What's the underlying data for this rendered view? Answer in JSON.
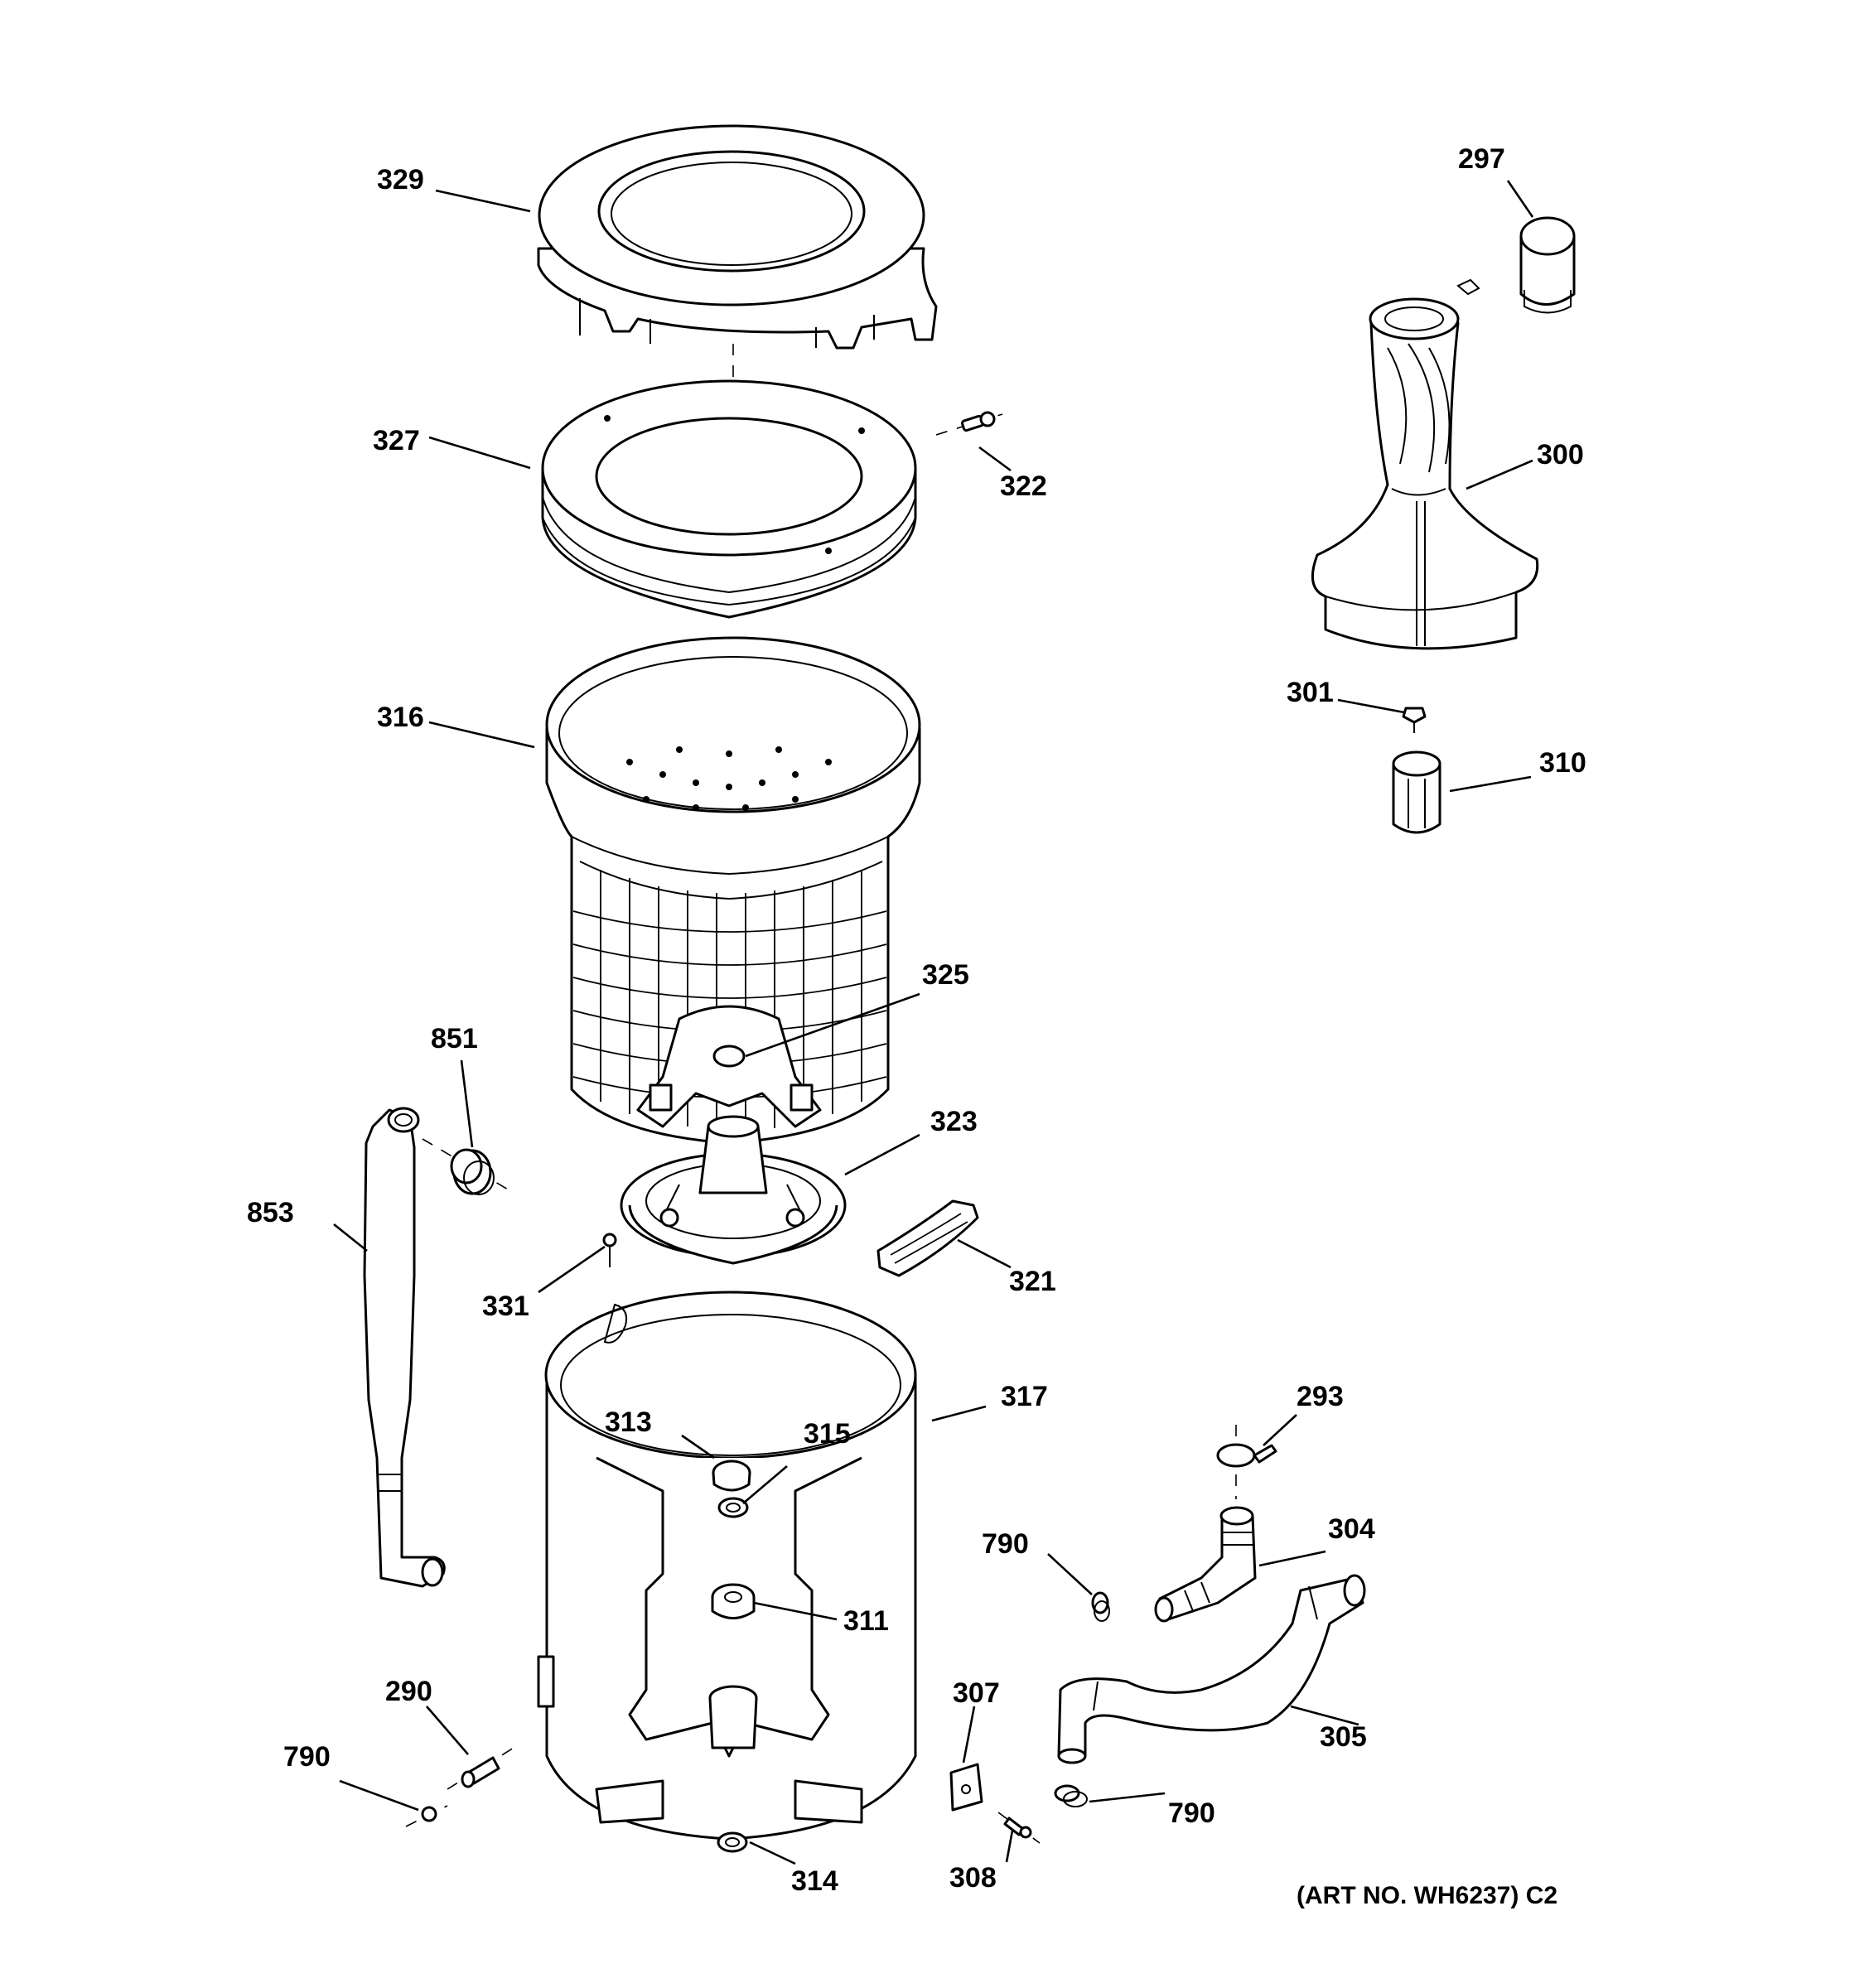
{
  "diagram": {
    "callouts": {
      "c329": "329",
      "c327": "327",
      "c322": "322",
      "c316": "316",
      "c325": "325",
      "c323": "323",
      "c321": "321",
      "c331": "331",
      "c317": "317",
      "c313": "313",
      "c315": "315",
      "c311": "311",
      "c314": "314",
      "c851": "851",
      "c853": "853",
      "c290": "290",
      "c790a": "790",
      "c790b": "790",
      "c790c": "790",
      "c297": "297",
      "c300": "300",
      "c301": "301",
      "c310": "310",
      "c293": "293",
      "c304": "304",
      "c305": "305",
      "c307": "307",
      "c308": "308"
    },
    "art_number": "(ART NO. WH6237) C2"
  }
}
